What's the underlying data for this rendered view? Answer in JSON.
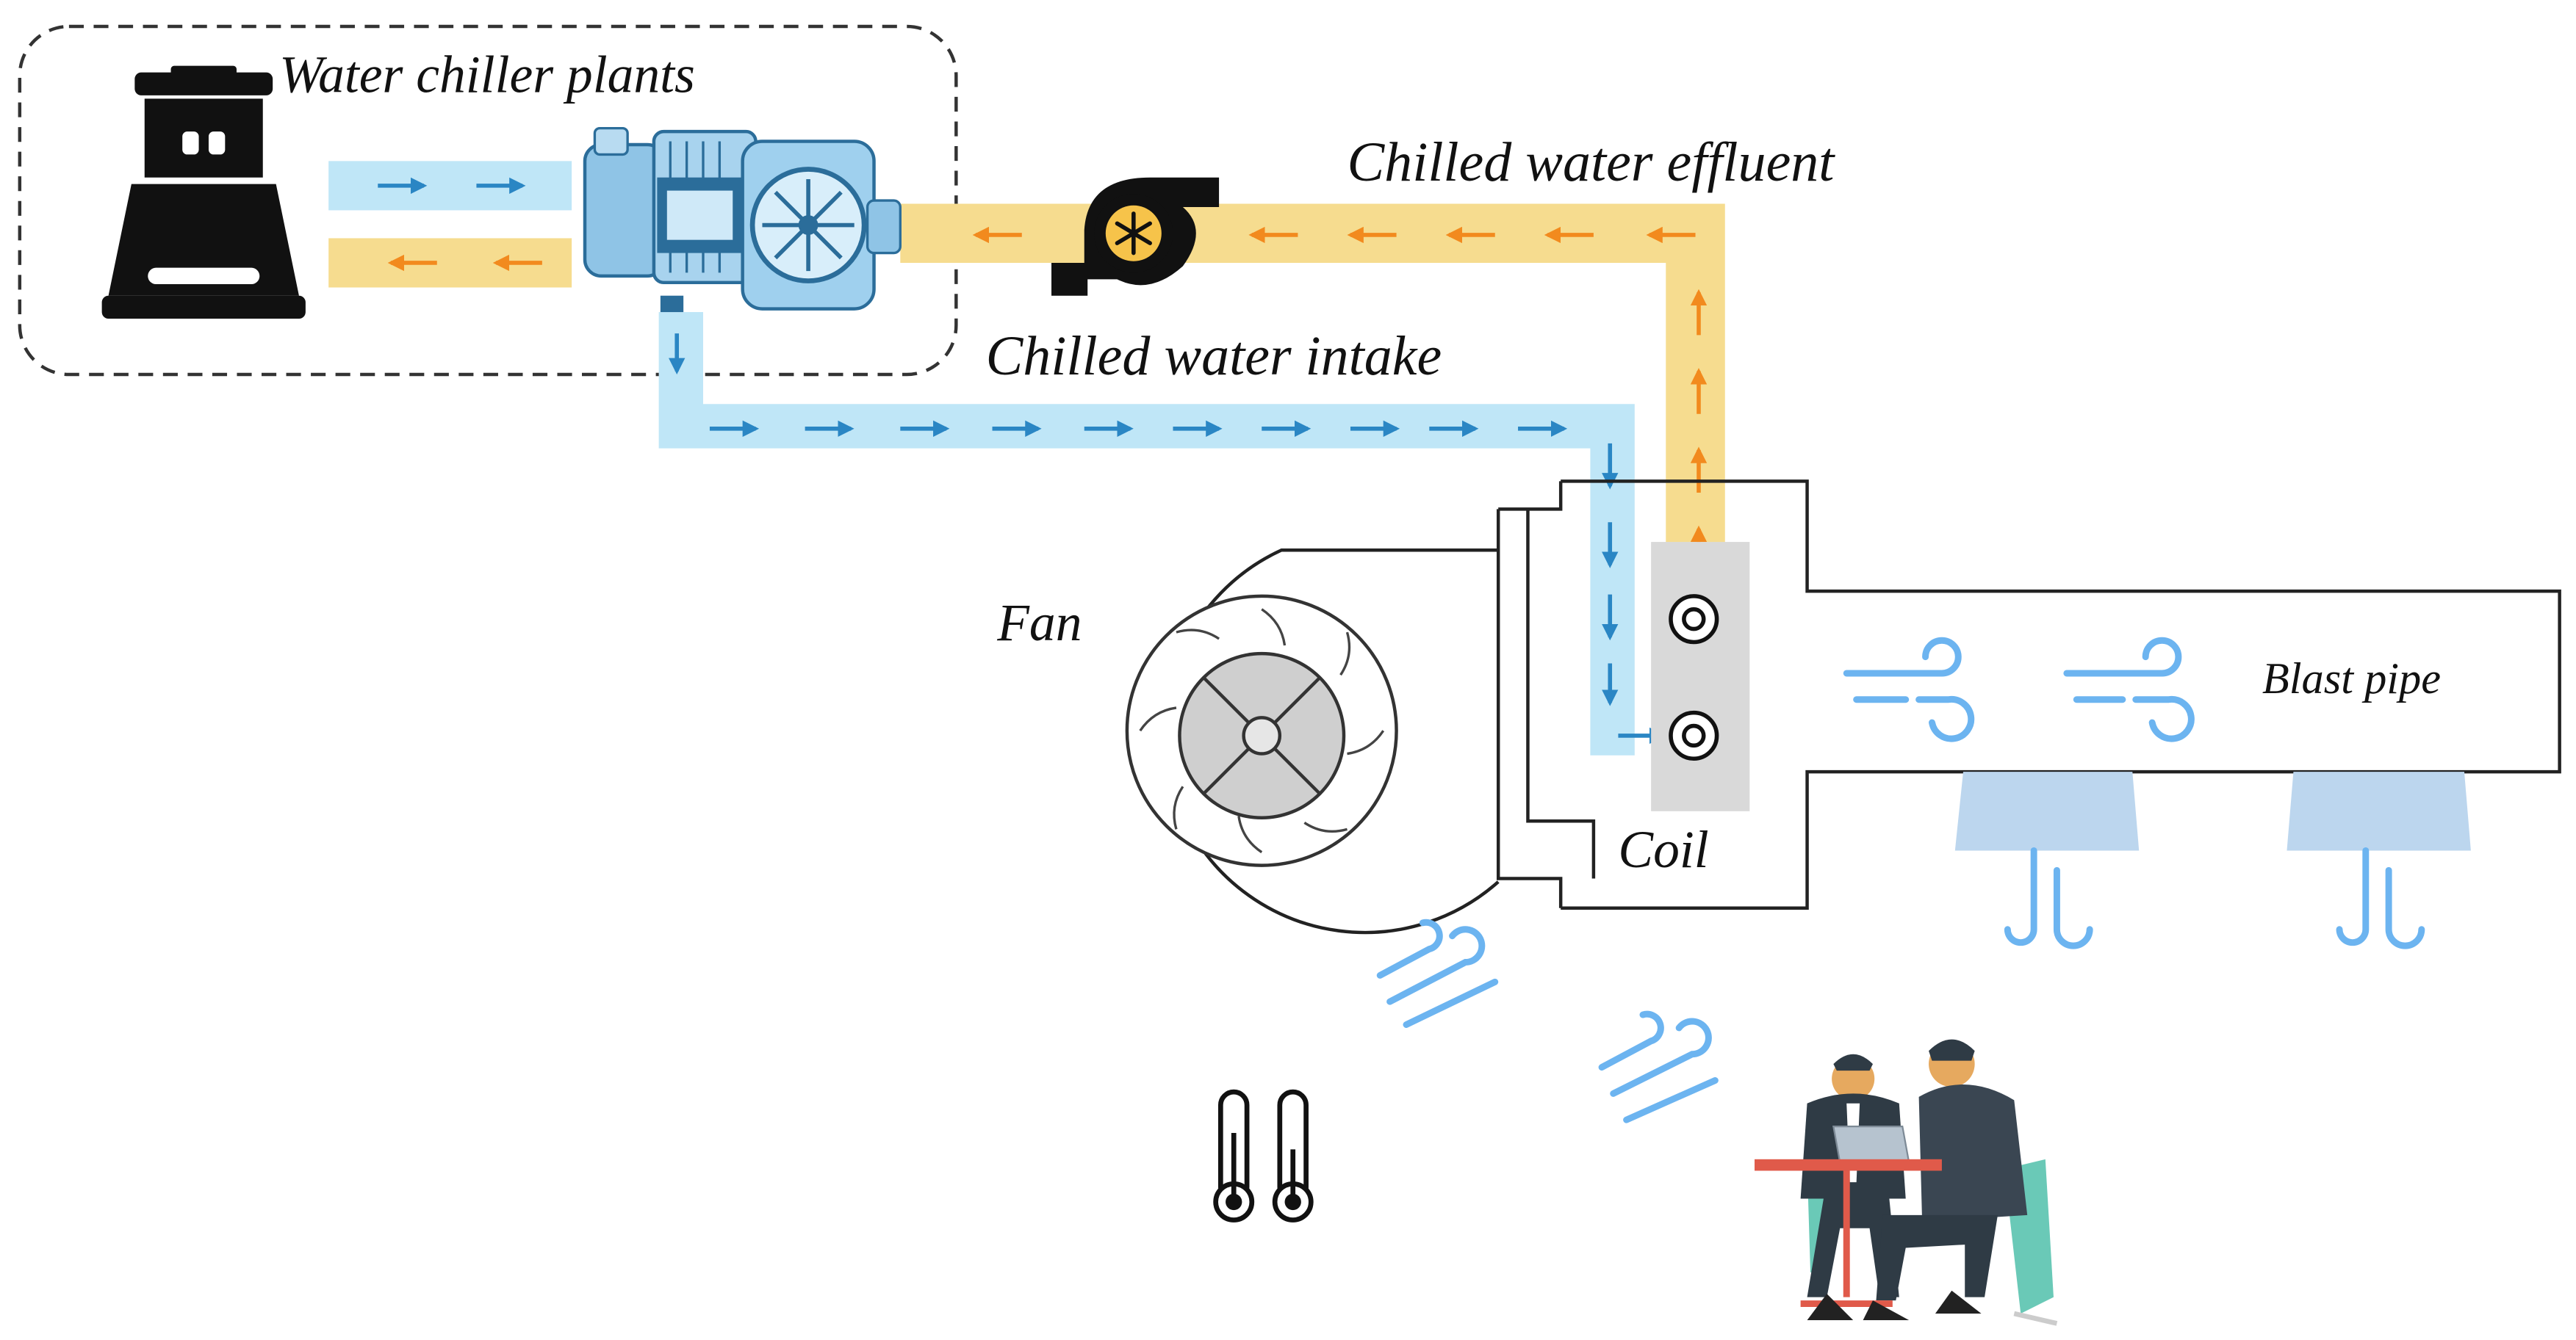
{
  "labels": {
    "chiller_plants": "Water chiller plants",
    "effluent": "Chilled water effluent",
    "intake": "Chilled water intake",
    "fan": "Fan",
    "coil": "Coil",
    "blast_pipe": "Blast pipe"
  },
  "colors": {
    "chilled_water_pipe": "#bfe6f7",
    "chilled_water_arrow": "#2a86c4",
    "return_water_pipe": "#f6dc8f",
    "return_water_arrow": "#f28a1e",
    "airflow": "#6cb4f0",
    "coil_block": "#d9d9d9",
    "outline": "#222222"
  },
  "icons": [
    "cooling-tower-icon",
    "compressor-pump-icon",
    "snowflake-blower-icon",
    "centrifugal-fan-icon",
    "coil-connection-icon",
    "airflow-icon",
    "air-diffuser-icon",
    "thermometer-icon",
    "office-workers-icon"
  ]
}
